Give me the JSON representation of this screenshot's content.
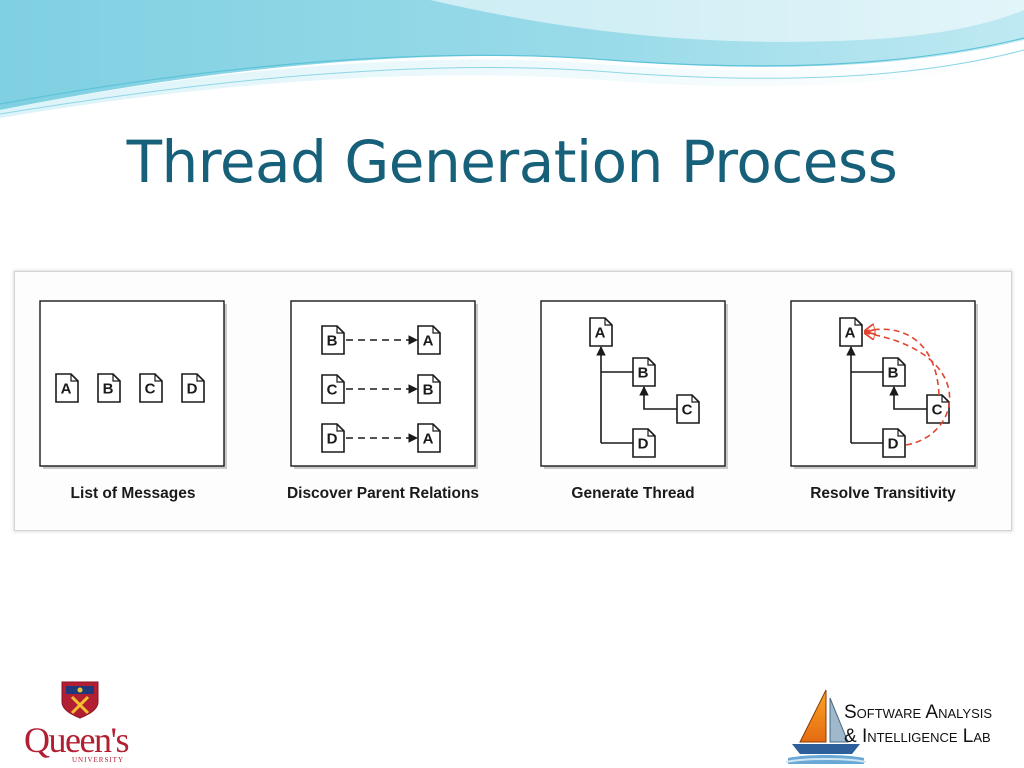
{
  "slide": {
    "title": "Thread Generation Process"
  },
  "diagram": {
    "steps": [
      {
        "caption": "List of Messages",
        "messages": [
          "A",
          "B",
          "C",
          "D"
        ]
      },
      {
        "caption": "Discover Parent Relations",
        "relations": [
          {
            "child": "B",
            "parent": "A"
          },
          {
            "child": "C",
            "parent": "B"
          },
          {
            "child": "D",
            "parent": "A"
          }
        ]
      },
      {
        "caption": "Generate Thread",
        "nodes": [
          "A",
          "B",
          "C",
          "D"
        ]
      },
      {
        "caption": "Resolve Transitivity",
        "nodes": [
          "A",
          "B",
          "C",
          "D"
        ]
      }
    ],
    "colors": {
      "transitive_edge": "#e0452f",
      "box_border": "#1a1a1a"
    }
  },
  "footer": {
    "queens_name": "Queen's",
    "queens_sub": "UNIVERSITY",
    "lab_line1": "Software Analysis",
    "lab_line2": "& Intelligence Lab"
  }
}
